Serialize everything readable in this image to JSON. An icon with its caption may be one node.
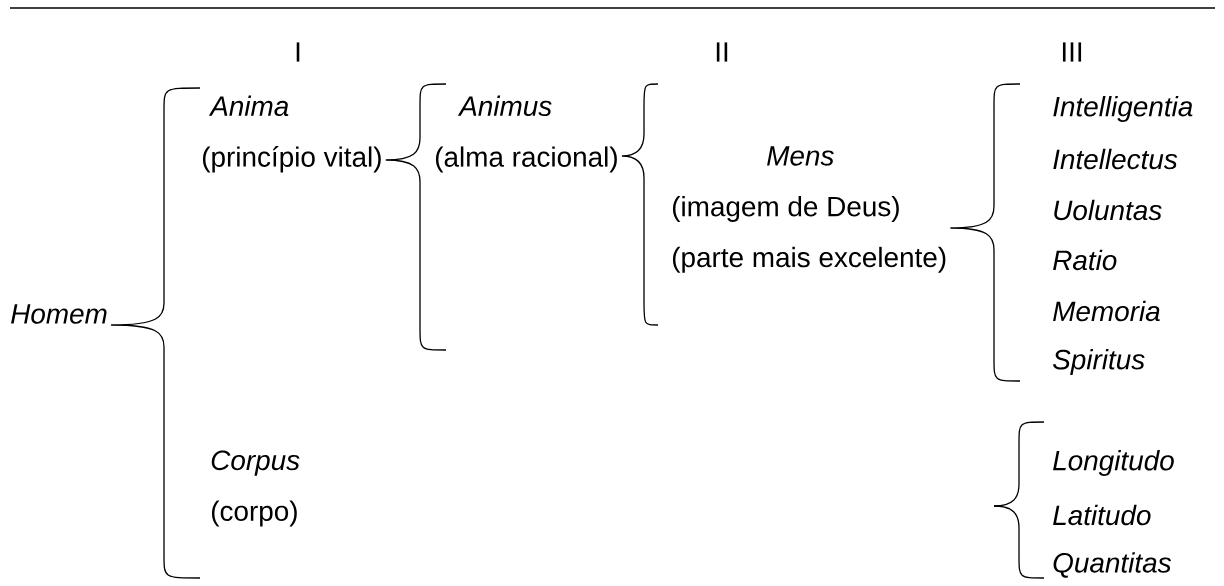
{
  "diagram": {
    "nodes": [
      {
        "text": [
          "Homem"
        ]
      },
      {
        "text": [
          "Anima",
          "(princípio vital)"
        ]
      },
      {
        "text": [
          "Corpus",
          "(corpo)"
        ]
      },
      {
        "text": [
          "Animus",
          "(alma racional)"
        ]
      },
      {
        "text": [
          "Mens",
          "(imagem de Deus)",
          "(parte mais excelente)"
        ]
      },
      {
        "text": [
          "Intelligentia"
        ]
      },
      {
        "text": [
          "Intellectus"
        ]
      },
      {
        "text": [
          "Uoluntas"
        ]
      },
      {
        "text": [
          "Ratio"
        ]
      },
      {
        "text": [
          "Memoria"
        ]
      },
      {
        "text": [
          "Spiritus"
        ]
      },
      {
        "text": [
          "Longitudo"
        ]
      },
      {
        "text": [
          "Latitudo"
        ]
      },
      {
        "text": [
          "Quantitas"
        ]
      }
    ],
    "edges": [
      {
        "from": 0,
        "to": 1,
        "arrow": "none"
      },
      {
        "from": 0,
        "to": 2,
        "arrow": "none"
      },
      {
        "from": 1,
        "to": 3,
        "arrow": "none"
      },
      {
        "from": 3,
        "to": 4,
        "arrow": "none"
      },
      {
        "from": 4,
        "to": 5,
        "arrow": "none"
      },
      {
        "from": 4,
        "to": 10,
        "arrow": "none"
      },
      {
        "from": null,
        "to": 11,
        "arrow": "none"
      },
      {
        "from": null,
        "to": 13,
        "arrow": "none"
      }
    ],
    "labels": [
      "I",
      "II",
      "III"
    ]
  }
}
